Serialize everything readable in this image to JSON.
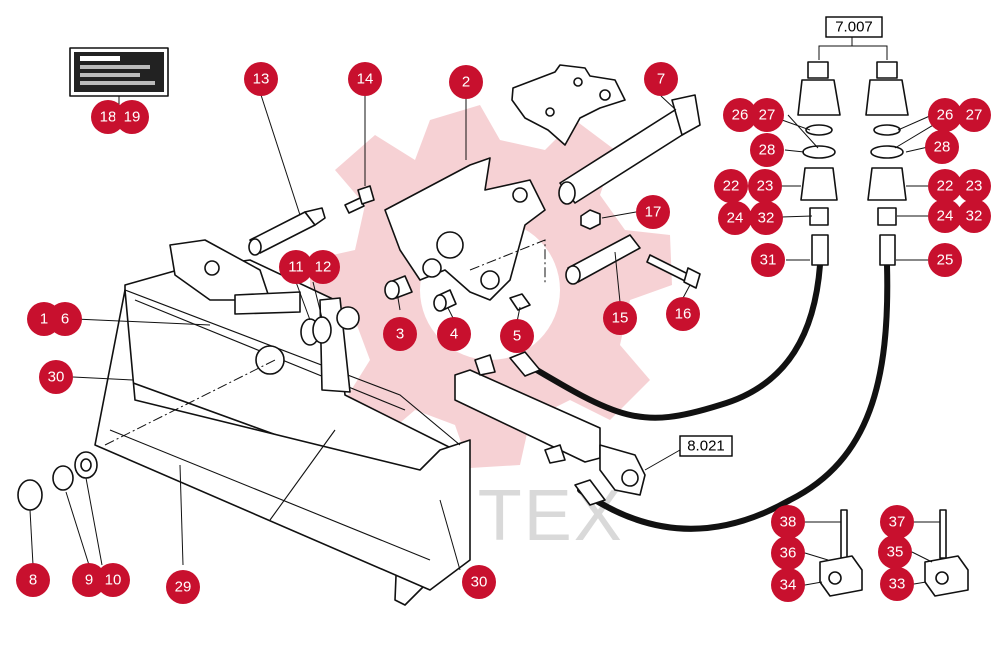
{
  "diagram": {
    "watermark_text": "ИНТЕХ",
    "colors": {
      "callout": "#c8102e",
      "watermark_gear": "#f3c2c6",
      "watermark_text": "#d9d9d9"
    },
    "nameplate_rows": [
      "",
      "",
      ""
    ],
    "reference_boxes": {
      "hydraulic_couplings": "7.007",
      "cylinder": "8.021"
    },
    "callouts": [
      "1",
      "2",
      "3",
      "4",
      "5",
      "6",
      "7",
      "8",
      "9",
      "10",
      "11",
      "12",
      "13",
      "14",
      "15",
      "16",
      "17",
      "18",
      "19",
      "22",
      "22",
      "23",
      "23",
      "24",
      "24",
      "25",
      "26",
      "26",
      "27",
      "27",
      "28",
      "28",
      "29",
      "30",
      "30",
      "31",
      "32",
      "32",
      "33",
      "34",
      "35",
      "36",
      "37",
      "38"
    ]
  }
}
